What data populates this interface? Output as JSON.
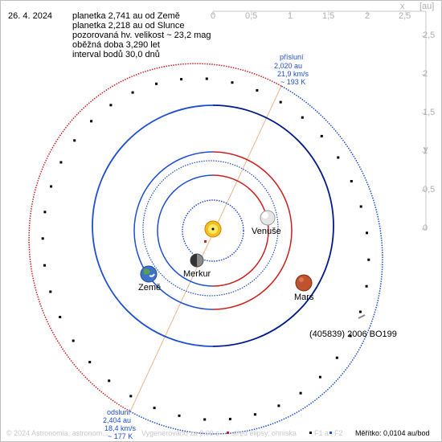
{
  "date": "26. 4. 2024",
  "info_lines": [
    "planetka 2,741 au od Země",
    "planetka 2,218 au od Slunce",
    "pozorovaná hv. velikost ~ 23,2 mag",
    "oběžná doba 3,290 let",
    "interval bodů 30,0 dnů"
  ],
  "axis": {
    "x_label": "x",
    "unit_label": "[au]",
    "y_label": "y",
    "x_ticks": [
      "0",
      "0,5",
      "1",
      "1,5",
      "2",
      "2,5"
    ],
    "y_ticks": [
      "2,5",
      "2",
      "1,5",
      "1",
      "0,5",
      "0"
    ]
  },
  "perihelion": {
    "title": "přísluní",
    "lines": [
      "2,020 au",
      "21,9 km/s",
      "~ 193 K"
    ]
  },
  "aphelion": {
    "title": "odsluní",
    "lines": [
      "2,404 au",
      "18,4 km/s",
      "~ 177 K"
    ]
  },
  "planets": {
    "venus": "Venuše",
    "mercury": "Merkur",
    "earth": "Země",
    "mars": "Mars"
  },
  "asteroid_name": "(405839) 2006 BO199",
  "footer": {
    "copyright": "© 2024 Astronomia, astronom...",
    "generated": "Vygenerováno za 0,09 s",
    "legend_center": "střed elipsy, ohniska",
    "legend_f1": "F1 a",
    "legend_f2": "F2",
    "scale": "Měřítko: 0,0104 au/bod"
  },
  "colors": {
    "blue": "#1f4fd1",
    "red": "#cc1f1f",
    "navy": "#001a8c"
  }
}
